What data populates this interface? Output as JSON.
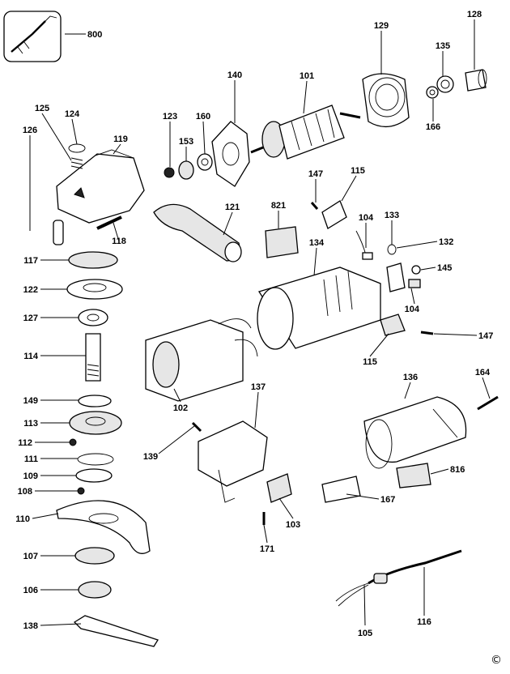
{
  "part_numbers": [
    "800",
    "128",
    "129",
    "135",
    "166",
    "101",
    "140",
    "123",
    "160",
    "153",
    "125",
    "124",
    "126",
    "119",
    "147",
    "115",
    "821",
    "121",
    "104",
    "133",
    "132",
    "145",
    "118",
    "117",
    "134",
    "122",
    "127",
    "104",
    "147",
    "115",
    "114",
    "102",
    "136",
    "164",
    "137",
    "149",
    "113",
    "139",
    "112",
    "816",
    "111",
    "109",
    "167",
    "108",
    "110",
    "103",
    "107",
    "171",
    "106",
    "105",
    "116",
    "138"
  ],
  "copyright_symbol": "©"
}
